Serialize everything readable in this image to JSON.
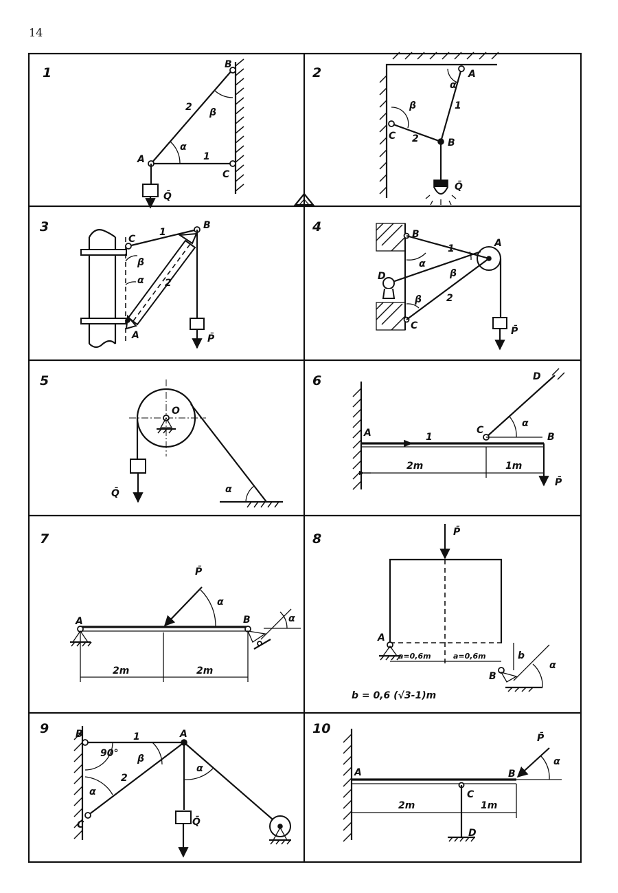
{
  "page_number": "14",
  "panels": [
    {
      "number": "1",
      "labels": {
        "B": "B",
        "A": "A",
        "C": "C",
        "rod2": "2",
        "rod1": "1",
        "beta": "β",
        "alpha": "α",
        "Q": "Q̄"
      }
    },
    {
      "number": "2",
      "labels": {
        "A": "A",
        "B": "B",
        "C": "C",
        "rod1": "1",
        "rod2": "2",
        "alpha": "α",
        "beta": "β",
        "Q": "Q̄"
      }
    },
    {
      "number": "3",
      "labels": {
        "C": "C",
        "B": "B",
        "A": "A",
        "rod1": "1",
        "rod2": "2",
        "beta": "β",
        "alpha": "α",
        "P": "P̄"
      }
    },
    {
      "number": "4",
      "labels": {
        "B": "B",
        "A": "A",
        "D": "D",
        "C": "C",
        "rod1": "1",
        "rod2": "2",
        "alpha": "α",
        "beta1": "β",
        "beta2": "β",
        "P": "P̄"
      }
    },
    {
      "number": "5",
      "labels": {
        "O": "O",
        "Q": "Q̄",
        "alpha": "α"
      }
    },
    {
      "number": "6",
      "labels": {
        "A": "A",
        "B": "B",
        "C": "C",
        "D": "D",
        "rod1": "1",
        "alpha": "α",
        "P": "P̄",
        "dim1": "2m",
        "dim2": "1m"
      }
    },
    {
      "number": "7",
      "labels": {
        "A": "A",
        "B": "B",
        "P": "P̄",
        "alpha1": "α",
        "alpha2": "α",
        "dim1": "2m",
        "dim2": "2m"
      }
    },
    {
      "number": "8",
      "labels": {
        "P": "P̄",
        "A": "A",
        "B": "B",
        "b": "b",
        "alpha": "α",
        "dim1": "a=0,6m",
        "dim2": "a=0,6m",
        "formula": "b = 0,6 (√3-1)m"
      }
    },
    {
      "number": "9",
      "labels": {
        "B": "B",
        "A": "A",
        "C": "C",
        "rod1": "1",
        "rod2": "2",
        "angle90": "90°",
        "beta": "β",
        "alpha1": "α",
        "alpha2": "α",
        "Q": "Q̄"
      }
    },
    {
      "number": "10",
      "labels": {
        "A": "A",
        "B": "B",
        "C": "C",
        "D": "D",
        "P": "P̄",
        "alpha": "α",
        "dim1": "2m",
        "dim2": "1m"
      }
    }
  ]
}
